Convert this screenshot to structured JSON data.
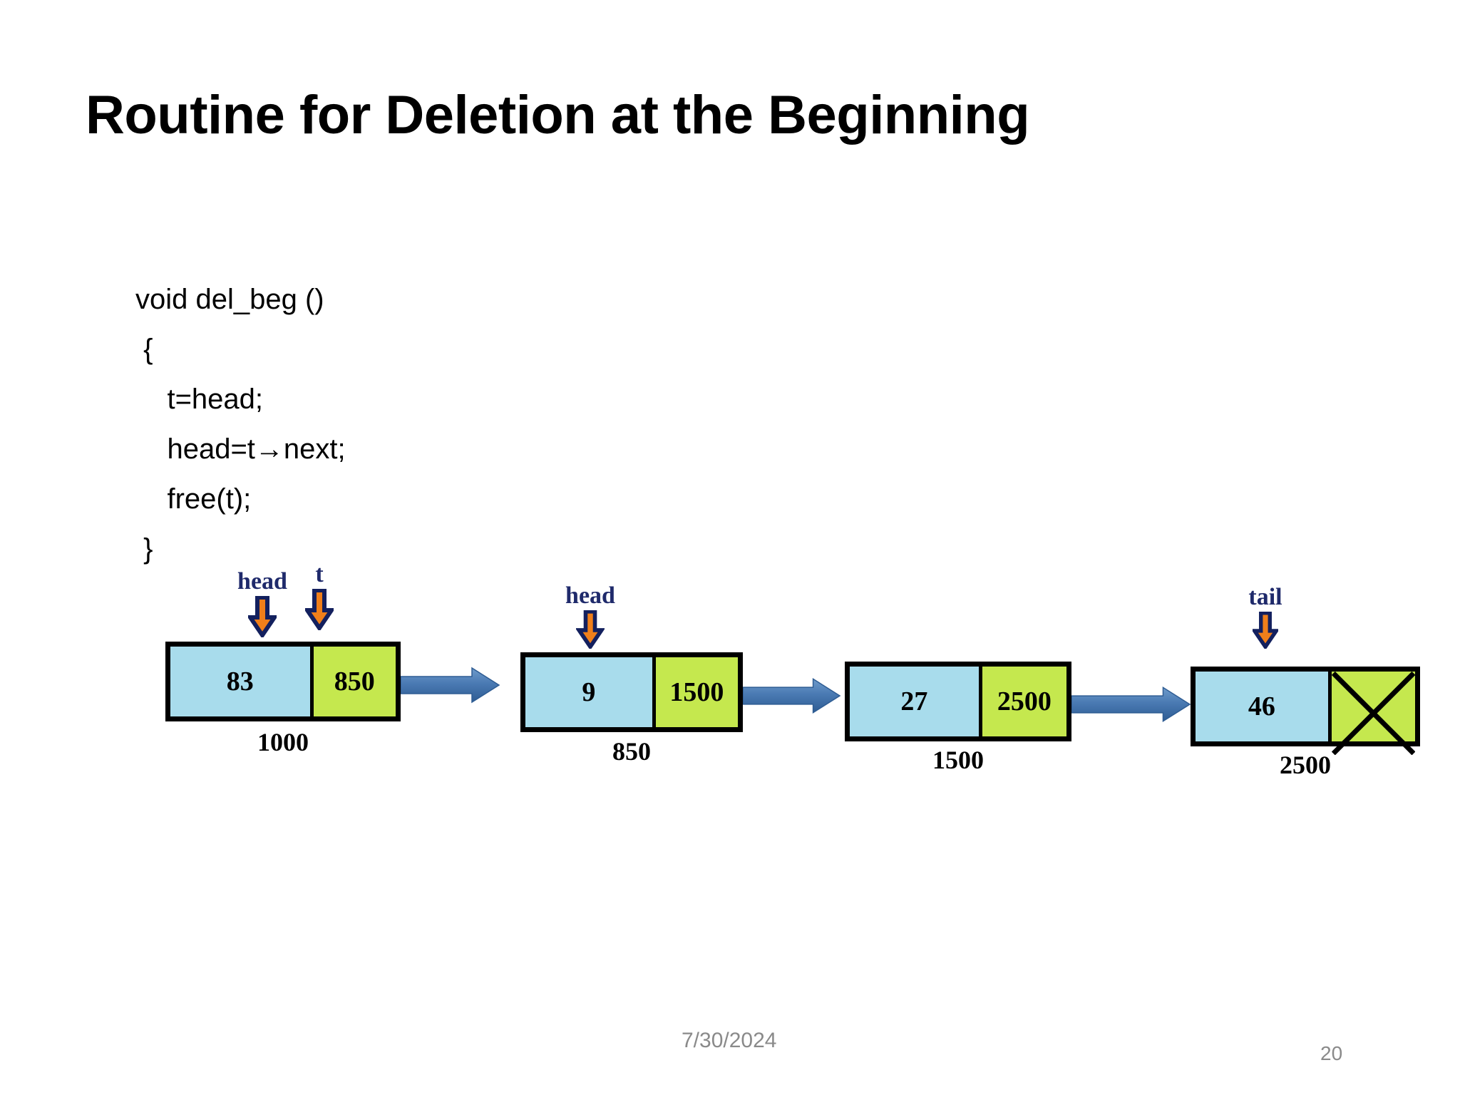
{
  "slide": {
    "title": "Routine for Deletion at the Beginning",
    "page_number": "20",
    "date": "7/30/2024"
  },
  "code": {
    "lines": [
      "void del_beg ()",
      " {",
      "    t=head;",
      "    head=t→next;",
      "    free(t);",
      " }"
    ]
  },
  "colors": {
    "data_cell": "#A8DCEC",
    "link_cell": "#C5E84E",
    "node_border": "#000000",
    "connector_arrow": "#4678AE",
    "pointer_arrow_fill": "#F07F1A",
    "pointer_arrow_border": "#13205E",
    "pointer_label": "#1F2A6B",
    "footer_text": "#8A8A8A"
  },
  "diagram": {
    "type": "singly-linked-list",
    "nodes": [
      {
        "data": "83",
        "link": "850",
        "address": "1000",
        "is_null": false,
        "pointers": [
          "head",
          "t"
        ]
      },
      {
        "data": "9",
        "link": "1500",
        "address": "850",
        "is_null": false,
        "pointers": [
          "head"
        ]
      },
      {
        "data": "27",
        "link": "2500",
        "address": "1500",
        "is_null": false,
        "pointers": []
      },
      {
        "data": "46",
        "link": "",
        "address": "2500",
        "is_null": true,
        "pointers": [
          "tail"
        ]
      }
    ],
    "connectors": 3,
    "pointer_labels": {
      "node1_head": "head",
      "node1_t": "t",
      "node2_head": "head",
      "node4_tail": "tail"
    }
  }
}
